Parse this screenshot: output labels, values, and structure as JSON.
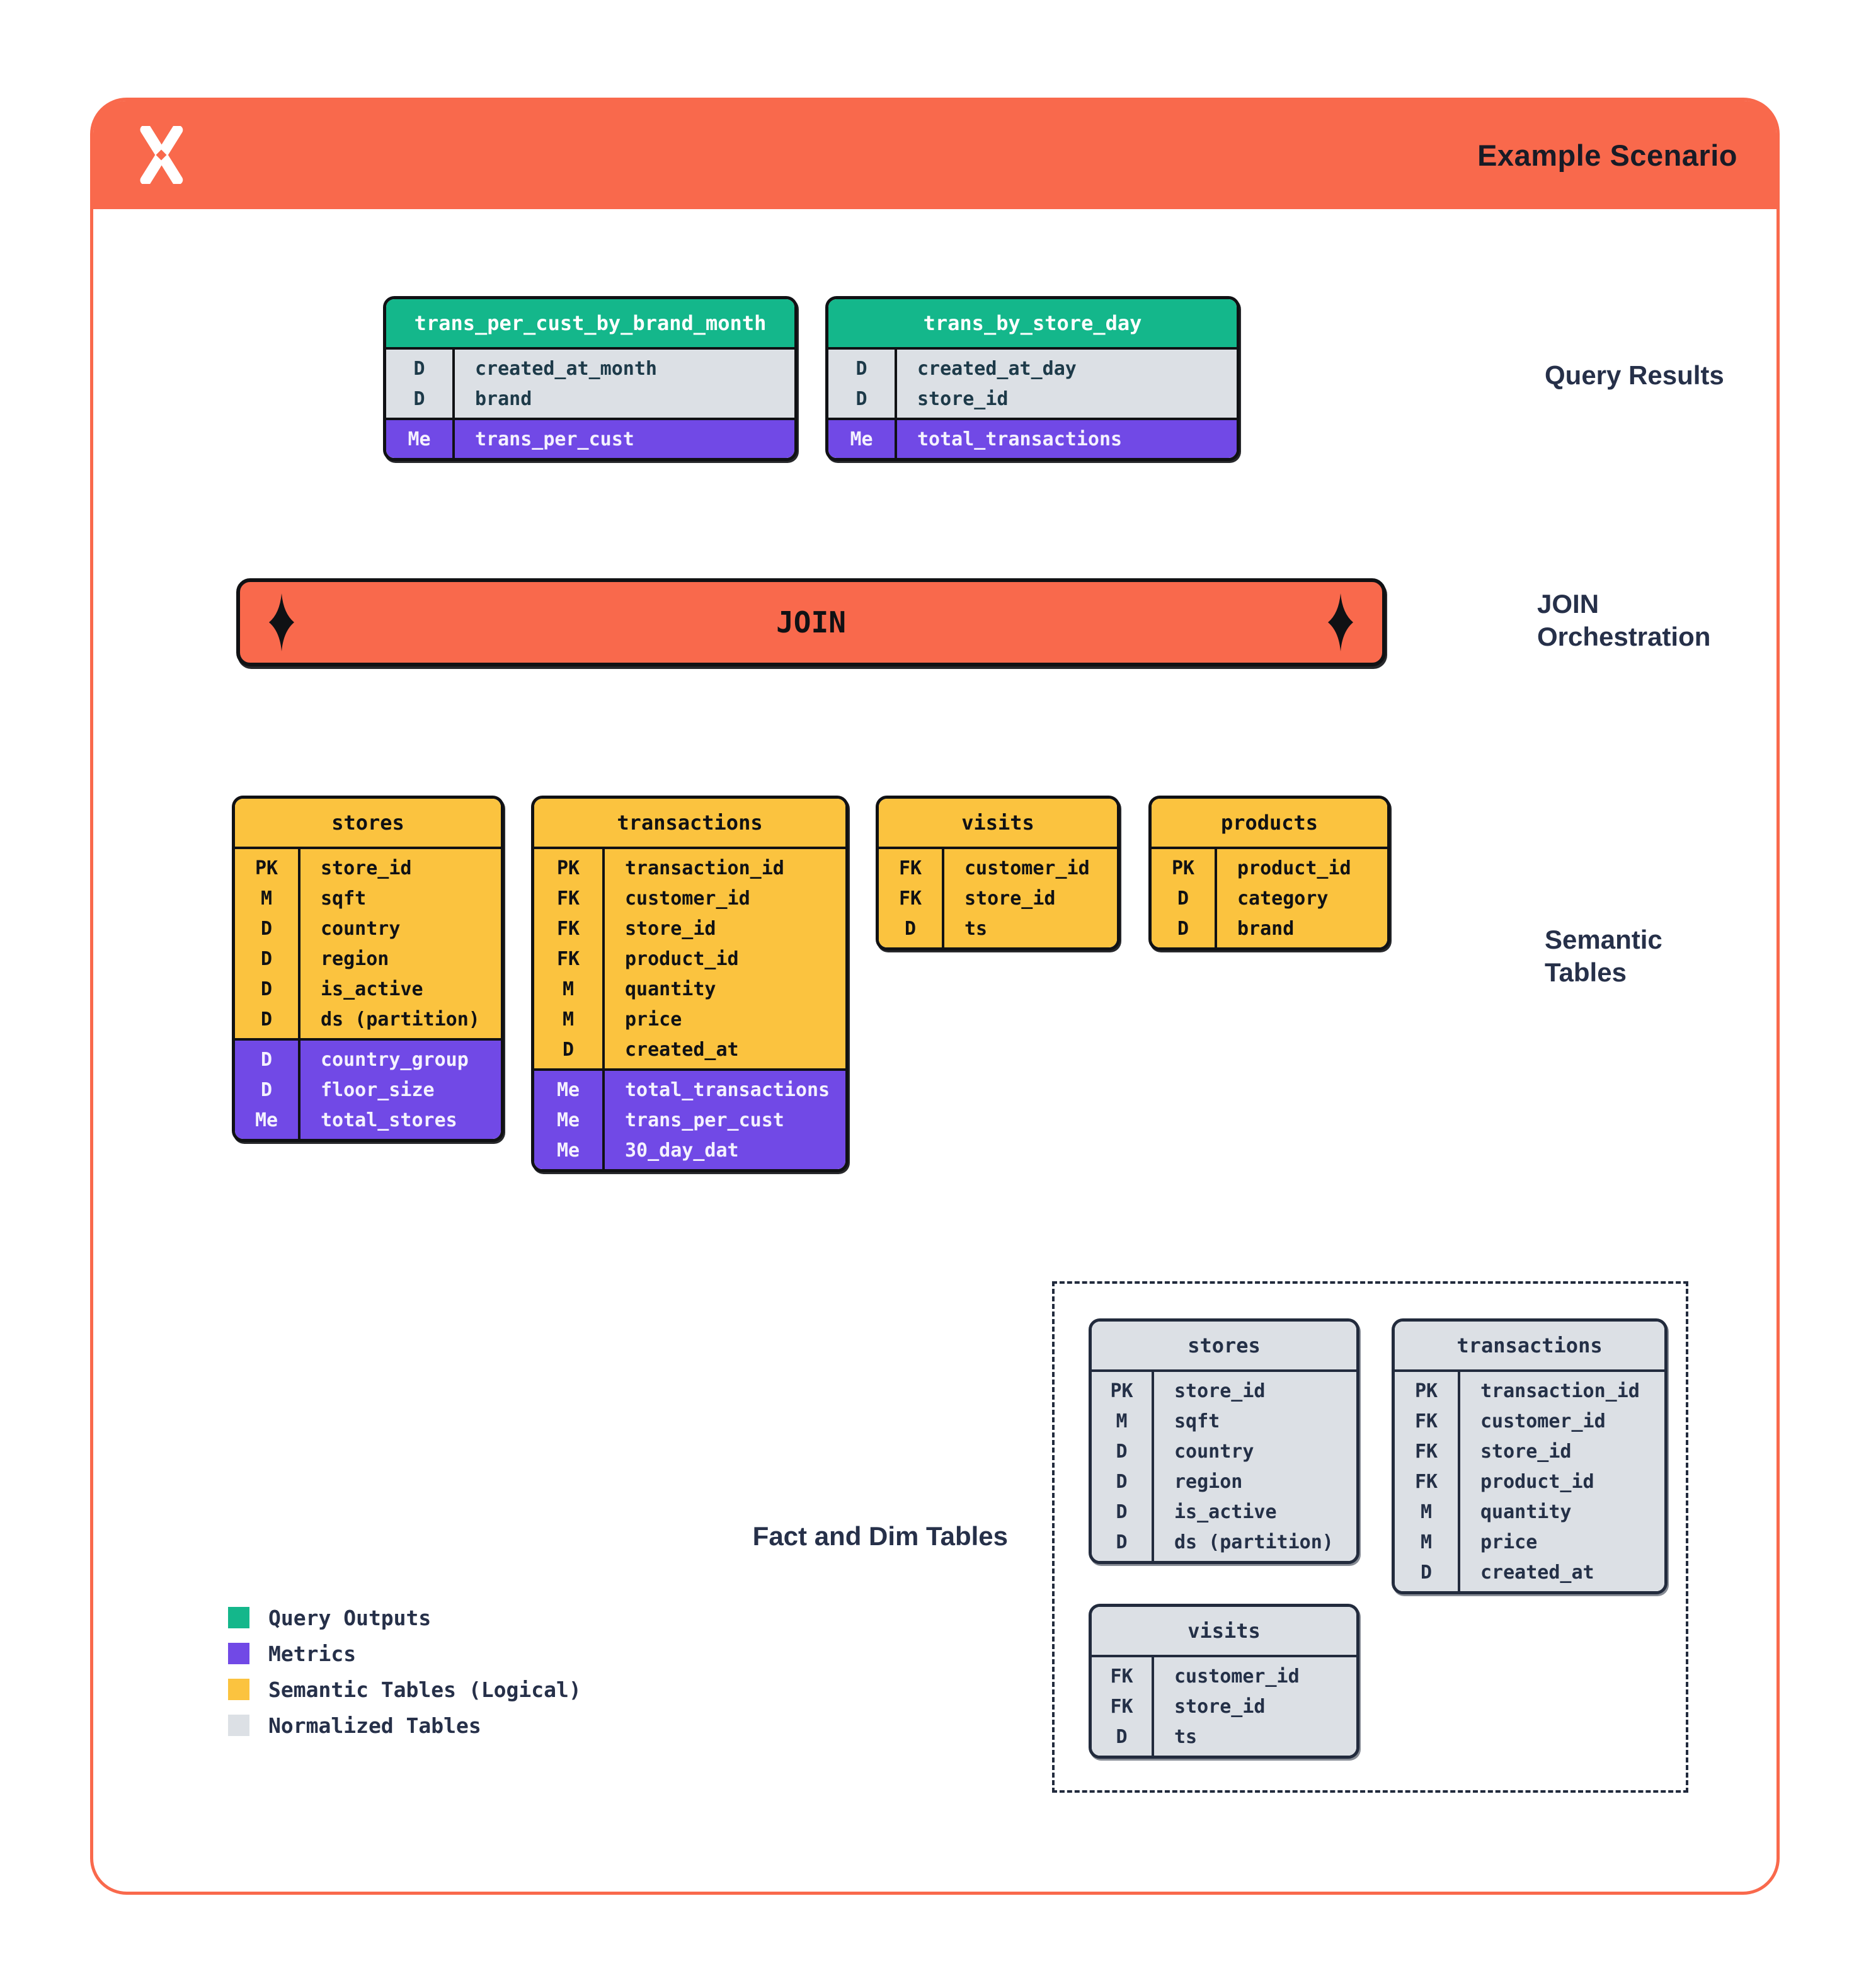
{
  "header": {
    "title": "Example Scenario",
    "logo": "dremio-x-logo"
  },
  "query_results": {
    "annotation": "Query Results",
    "tables": [
      {
        "title": "trans_per_cust_by_brand_month",
        "dims": [
          {
            "k": "D",
            "n": "created_at_month"
          },
          {
            "k": "D",
            "n": "brand"
          }
        ],
        "metrics": [
          {
            "k": "Me",
            "n": "trans_per_cust"
          }
        ]
      },
      {
        "title": "trans_by_store_day",
        "dims": [
          {
            "k": "D",
            "n": "created_at_day"
          },
          {
            "k": "D",
            "n": "store_id"
          }
        ],
        "metrics": [
          {
            "k": "Me",
            "n": "total_transactions"
          }
        ]
      }
    ]
  },
  "join": {
    "label": "JOIN",
    "annotation": [
      "JOIN",
      "Orchestration"
    ]
  },
  "semantic": {
    "annotation": [
      "Semantic",
      "Tables"
    ],
    "tables": [
      {
        "title": "stores",
        "fields": [
          {
            "k": "PK",
            "n": "store_id"
          },
          {
            "k": "M",
            "n": "sqft"
          },
          {
            "k": "D",
            "n": "country"
          },
          {
            "k": "D",
            "n": "region"
          },
          {
            "k": "D",
            "n": "is_active"
          },
          {
            "k": "D",
            "n": "ds (partition)"
          }
        ],
        "metrics": [
          {
            "k": "D",
            "n": "country_group"
          },
          {
            "k": "D",
            "n": "floor_size"
          },
          {
            "k": "Me",
            "n": "total_stores"
          }
        ]
      },
      {
        "title": "transactions",
        "fields": [
          {
            "k": "PK",
            "n": "transaction_id"
          },
          {
            "k": "FK",
            "n": "customer_id"
          },
          {
            "k": "FK",
            "n": "store_id"
          },
          {
            "k": "FK",
            "n": "product_id"
          },
          {
            "k": "M",
            "n": "quantity"
          },
          {
            "k": "M",
            "n": "price"
          },
          {
            "k": "D",
            "n": "created_at"
          }
        ],
        "metrics": [
          {
            "k": "Me",
            "n": "total_transactions"
          },
          {
            "k": "Me",
            "n": "trans_per_cust"
          },
          {
            "k": "Me",
            "n": "30_day_dat"
          }
        ]
      },
      {
        "title": "visits",
        "fields": [
          {
            "k": "FK",
            "n": "customer_id"
          },
          {
            "k": "FK",
            "n": "store_id"
          },
          {
            "k": "D",
            "n": "ts"
          }
        ],
        "metrics": []
      },
      {
        "title": "products",
        "fields": [
          {
            "k": "PK",
            "n": "product_id"
          },
          {
            "k": "D",
            "n": "category"
          },
          {
            "k": "D",
            "n": "brand"
          }
        ],
        "metrics": []
      }
    ]
  },
  "normalized": {
    "annotation": "Fact and Dim Tables",
    "tables": [
      {
        "title": "stores",
        "fields": [
          {
            "k": "PK",
            "n": "store_id"
          },
          {
            "k": "M",
            "n": "sqft"
          },
          {
            "k": "D",
            "n": "country"
          },
          {
            "k": "D",
            "n": "region"
          },
          {
            "k": "D",
            "n": "is_active"
          },
          {
            "k": "D",
            "n": "ds (partition)"
          }
        ]
      },
      {
        "title": "transactions",
        "fields": [
          {
            "k": "PK",
            "n": "transaction_id"
          },
          {
            "k": "FK",
            "n": "customer_id"
          },
          {
            "k": "FK",
            "n": "store_id"
          },
          {
            "k": "FK",
            "n": "product_id"
          },
          {
            "k": "M",
            "n": "quantity"
          },
          {
            "k": "M",
            "n": "price"
          },
          {
            "k": "D",
            "n": "created_at"
          }
        ]
      },
      {
        "title": "visits",
        "fields": [
          {
            "k": "FK",
            "n": "customer_id"
          },
          {
            "k": "FK",
            "n": "store_id"
          },
          {
            "k": "D",
            "n": "ts"
          }
        ]
      }
    ]
  },
  "legend": {
    "items": [
      {
        "label": "Query Outputs",
        "color": "#14B78B"
      },
      {
        "label": "Metrics",
        "color": "#7149E6"
      },
      {
        "label": "Semantic Tables (Logical)",
        "color": "#FBC33F"
      },
      {
        "label": "Normalized Tables",
        "color": "#DCE0E5"
      }
    ]
  },
  "colors": {
    "accent_orange": "#F9694C",
    "query_output_green": "#14B78B",
    "metric_purple": "#7149E6",
    "semantic_yellow": "#FBC33F",
    "normalized_gray": "#DCE0E5",
    "line_black": "#101114",
    "label_navy": "#263049"
  }
}
